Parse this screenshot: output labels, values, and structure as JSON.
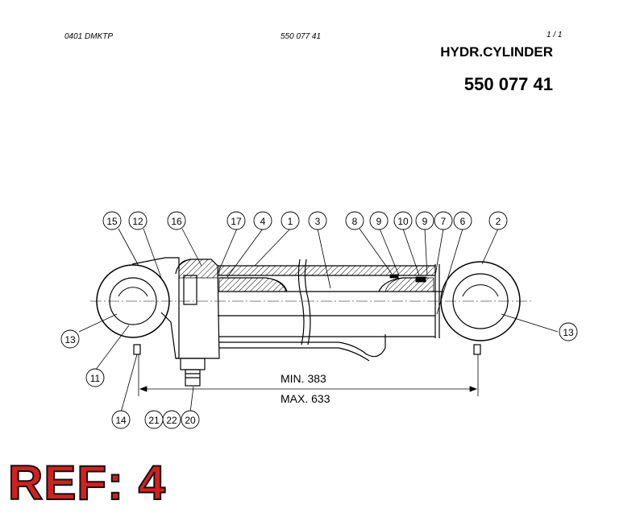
{
  "header": {
    "left": "0401 DMKTP",
    "center": "550 077 41",
    "page": "1 /   1",
    "title": "HYDR.CYLINDER",
    "part_number": "550 077 41"
  },
  "ref_label": "REF: 4",
  "dimensions": {
    "min": "MIN. 383",
    "max": "MAX. 633"
  },
  "callouts": [
    "15",
    "12",
    "16",
    "17",
    "4",
    "1",
    "3",
    "8",
    "9",
    "10",
    "9",
    "7",
    "6",
    "2",
    "13",
    "11",
    "14",
    "21",
    "22",
    "20",
    "13"
  ]
}
